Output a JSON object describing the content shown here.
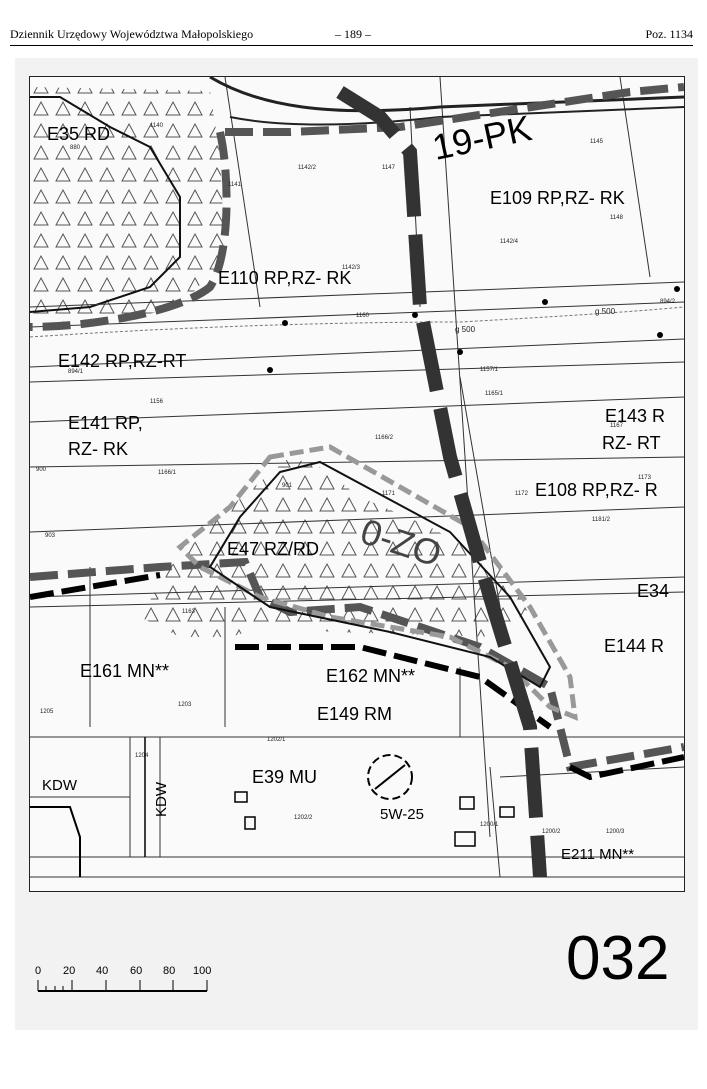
{
  "header": {
    "journal": "Dziennik Urzędowy Województwa Małopolskiego",
    "page": "– 189 –",
    "position": "Poz. 1134"
  },
  "map": {
    "zones": [
      "E35 RD",
      "19-PK",
      "E109 RP,RZ- RK",
      "E110 RP,RZ- RK",
      "E142 RP,RZ-RT",
      "E141 RP,",
      "RZ- RK",
      "E143 R",
      "RZ- RT",
      "E108 RP,RZ- R",
      "E47 RZ/RD",
      "0-ZO",
      "E34",
      "E144 R",
      "E161 MN**",
      "E162 MN**",
      "E149 RM",
      "E39 MU",
      "KDW",
      "KDW",
      "5W-25",
      "E211 MN**"
    ],
    "parcels": [
      "1140",
      "880",
      "1145",
      "1142/2",
      "1141",
      "1142/3",
      "1148",
      "1142/4",
      "1147",
      "894/2",
      "1160",
      "894/1",
      "1157/1",
      "1165/1",
      "1156",
      "1166/2",
      "1167",
      "900",
      "1166/1",
      "901",
      "1171",
      "1172",
      "1181/2",
      "1173",
      "903",
      "1163",
      "1205",
      "1203",
      "1202/1",
      "1204",
      "1202/2",
      "1200/2",
      "1200/3",
      "1200/1"
    ],
    "contours": [
      "g 500",
      "g 500"
    ]
  },
  "sheet_number": "032",
  "scale_bar": {
    "ticks": [
      "0",
      "20",
      "40",
      "60",
      "80",
      "100"
    ]
  }
}
